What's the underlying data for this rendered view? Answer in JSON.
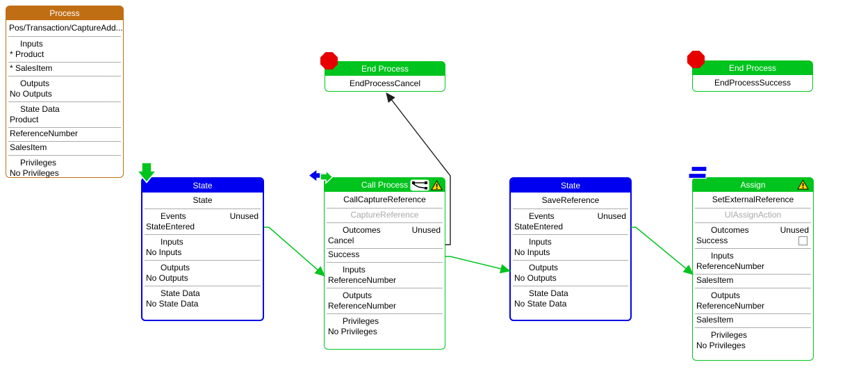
{
  "colors": {
    "process_header": "#C06E14",
    "state_header": "#0000F0",
    "green_header": "#00C41E",
    "connector_green": "#00C41E",
    "connector_black": "#1E1E1E",
    "stop_red": "#E60000",
    "warning_yellow": "#FFD800",
    "muted_text": "#A8A8A8",
    "divider": "#ABABAB"
  },
  "icons": {
    "stop": "red-octagon",
    "start": "green-down-arrow",
    "call": "blue-left-green-right-arrows",
    "assign": "blue-equals-bars",
    "warning": "yellow-warning-triangle",
    "process_map": "process-map-nodes"
  },
  "nodes": {
    "process": {
      "type": "Process",
      "title": "Pos/Transaction/CaptureAdd...",
      "inputs_label": "Inputs",
      "inputs": [
        "* Product",
        "* SalesItem"
      ],
      "outputs_label": "Outputs",
      "outputs": [
        "No Outputs"
      ],
      "state_data_label": "State Data",
      "state_data": [
        "Product",
        "ReferenceNumber",
        "SalesItem"
      ],
      "privileges_label": "Privileges",
      "privileges": [
        "No Privileges"
      ]
    },
    "end_cancel": {
      "type": "End Process",
      "title": "EndProcessCancel"
    },
    "end_success": {
      "type": "End Process",
      "title": "EndProcessSuccess"
    },
    "state": {
      "type": "State",
      "title": "State",
      "events_label": "Events",
      "unused_label": "Unused",
      "events": [
        "StateEntered"
      ],
      "inputs_label": "Inputs",
      "inputs": [
        "No Inputs"
      ],
      "outputs_label": "Outputs",
      "outputs": [
        "No Outputs"
      ],
      "state_data_label": "State Data",
      "state_data": [
        "No State Data"
      ]
    },
    "call": {
      "type": "Call Process",
      "title": "CallCaptureReference",
      "action": "CaptureReference",
      "outcomes_label": "Outcomes",
      "unused_label": "Unused",
      "outcomes": [
        "Cancel",
        "Success"
      ],
      "inputs_label": "Inputs",
      "inputs": [
        "ReferenceNumber"
      ],
      "outputs_label": "Outputs",
      "outputs": [
        "ReferenceNumber"
      ],
      "privileges_label": "Privileges",
      "privileges": [
        "No Privileges"
      ]
    },
    "save": {
      "type": "State",
      "title": "SaveReference",
      "events_label": "Events",
      "unused_label": "Unused",
      "events": [
        "StateEntered"
      ],
      "inputs_label": "Inputs",
      "inputs": [
        "No Inputs"
      ],
      "outputs_label": "Outputs",
      "outputs": [
        "No Outputs"
      ],
      "state_data_label": "State Data",
      "state_data": [
        "No State Data"
      ]
    },
    "assign": {
      "type": "Assign",
      "title": "SetExternalReference",
      "action": "UIAssignAction",
      "outcomes_label": "Outcomes",
      "unused_label": "Unused",
      "outcomes": [
        "Success"
      ],
      "inputs_label": "Inputs",
      "inputs": [
        "ReferenceNumber",
        "SalesItem"
      ],
      "outputs_label": "Outputs",
      "outputs": [
        "ReferenceNumber",
        "SalesItem"
      ],
      "privileges_label": "Privileges",
      "privileges": [
        "No Privileges"
      ]
    }
  }
}
